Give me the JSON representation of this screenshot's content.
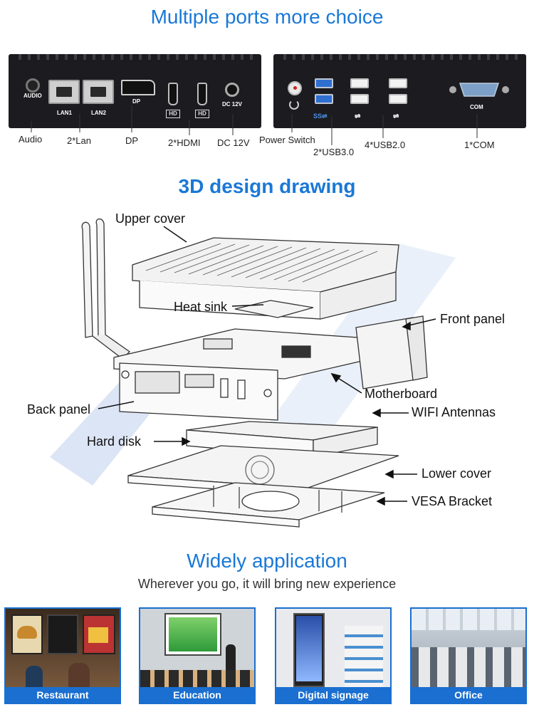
{
  "sections": {
    "ports_title": "Multiple ports more choice",
    "design_title": "3D design drawing",
    "app_title": "Widely application",
    "app_subtitle": "Wherever you go, it will bring new experience"
  },
  "ports_panel_text": {
    "audio": "AUDIO",
    "lan1": "LAN1",
    "lan2": "LAN2",
    "dp": "DP",
    "dc": "DC 12V",
    "com": "COM"
  },
  "port_labels": {
    "audio": "Audio",
    "lan": "2*Lan",
    "dp": "DP",
    "hdmi": "2*HDMI",
    "dc": "DC 12V",
    "power": "Power Switch",
    "usb3": "2*USB3.0",
    "usb2": "4*USB2.0",
    "com": "1*COM"
  },
  "callouts": {
    "upper_cover": "Upper cover",
    "heat_sink": "Heat sink",
    "front_panel": "Front panel",
    "motherboard": "Motherboard",
    "back_panel": "Back panel",
    "wifi": "WIFI Antennas",
    "hard_disk": "Hard disk",
    "lower_cover": "Lower cover",
    "vesa": "VESA Bracket"
  },
  "applications": [
    {
      "label": "Restaurant"
    },
    {
      "label": "Education"
    },
    {
      "label": "Digital signage"
    },
    {
      "label": "Office"
    }
  ],
  "colors": {
    "accent": "#1a78d6",
    "band": "#1a6fd0",
    "panel": "#1c1c20"
  }
}
